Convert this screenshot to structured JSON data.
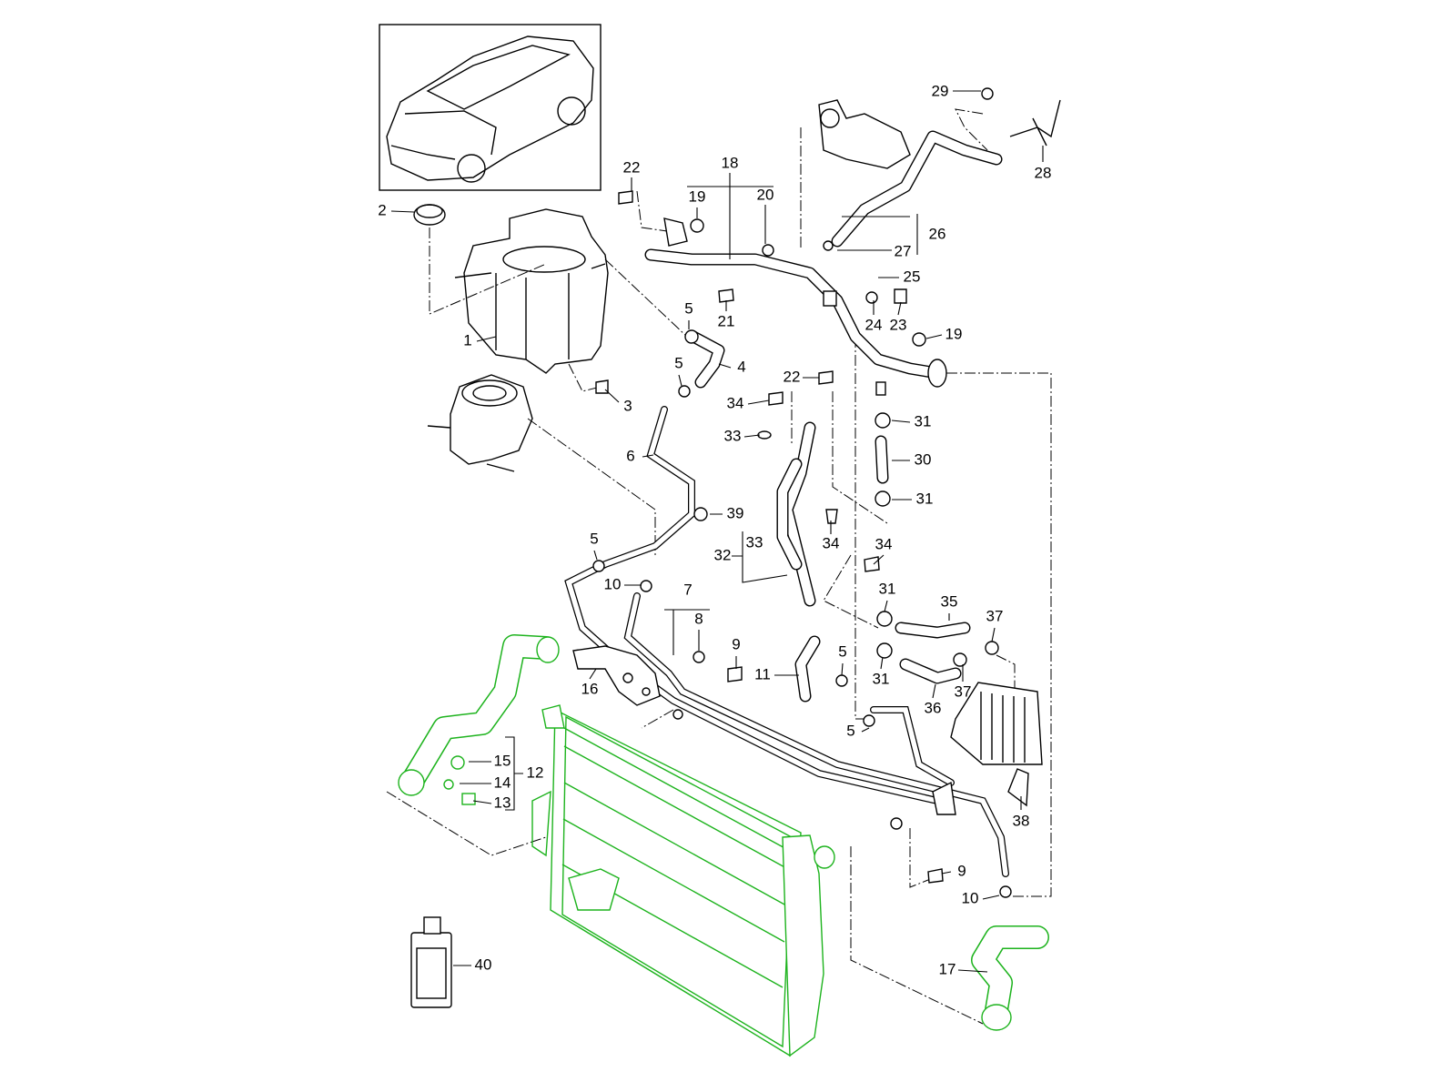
{
  "diagram": {
    "highlight_color": "#1db31d",
    "labels": [
      "29",
      "28",
      "22",
      "18",
      "19",
      "20",
      "26",
      "27",
      "2",
      "25",
      "21",
      "24",
      "23",
      "5",
      "19",
      "1",
      "4",
      "5",
      "22",
      "3",
      "34",
      "31",
      "33",
      "30",
      "6",
      "31",
      "39",
      "33",
      "34",
      "32",
      "34",
      "5",
      "10",
      "31",
      "7",
      "35",
      "8",
      "37",
      "9",
      "5",
      "11",
      "16",
      "31",
      "37",
      "36",
      "5",
      "15",
      "12",
      "14",
      "13",
      "38",
      "9",
      "10",
      "17",
      "40"
    ]
  }
}
